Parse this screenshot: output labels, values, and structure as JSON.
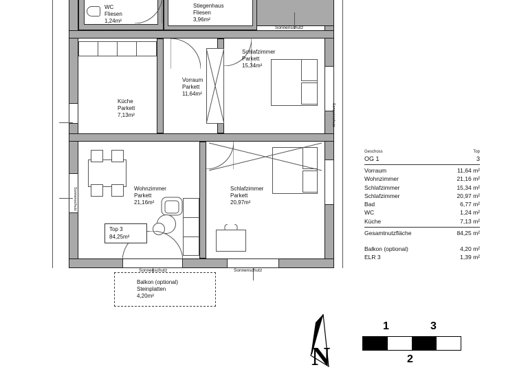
{
  "plan": {
    "unit_box": {
      "label": "Top 3",
      "area": "84,25m²"
    },
    "rooms": [
      {
        "name": "WC",
        "floor": "Fliesen",
        "area": "1,24m²"
      },
      {
        "name": "Stiegenhaus",
        "floor": "Fliesen",
        "area": "3,96m²"
      },
      {
        "name": "Schlafzimmer",
        "floor": "Parkett",
        "area": "15,34m²"
      },
      {
        "name": "Vorraum",
        "floor": "Parkett",
        "area": "11,64m²"
      },
      {
        "name": "Küche",
        "floor": "Parkett",
        "area": "7,13m²"
      },
      {
        "name": "Wohnzimmer",
        "floor": "Parkett",
        "area": "21,16m²"
      },
      {
        "name": "Schlafzimmer",
        "floor": "Parkett",
        "area": "20,97m²"
      },
      {
        "name": "Balkon (optional)",
        "floor": "Steinplatten",
        "area": "4,20m²"
      }
    ],
    "sunshade_label": "Sonnenschutz"
  },
  "legend": {
    "header_left": "Geschoss",
    "header_right": "Top",
    "floor_value": "OG 1",
    "top_value": "3",
    "rows": [
      {
        "label": "Vorraum",
        "value": "11,64 m²"
      },
      {
        "label": "Wohnzimmer",
        "value": "21,16 m²"
      },
      {
        "label": "Schlafzimmer",
        "value": "15,34 m²"
      },
      {
        "label": "Schlafzimmer",
        "value": "20,97 m²"
      },
      {
        "label": "Bad",
        "value": "6,77 m²"
      },
      {
        "label": "WC",
        "value": "1,24 m²"
      },
      {
        "label": "Küche",
        "value": "7,13 m²"
      }
    ],
    "total": {
      "label": "Gesamtnutzfläche",
      "value": "84,25 m²"
    },
    "extras": [
      {
        "label": "Balkon (optional)",
        "value": "4,20 m²"
      },
      {
        "label": "ELR 3",
        "value": "1,39 m²"
      }
    ]
  },
  "scale": {
    "num_left": "1",
    "num_right": "3",
    "num_bottom": "2"
  },
  "compass": {
    "letter": "N"
  },
  "colors": {
    "wall": "#a9a9a9",
    "outline": "#1a1a1a",
    "text": "#111111"
  }
}
